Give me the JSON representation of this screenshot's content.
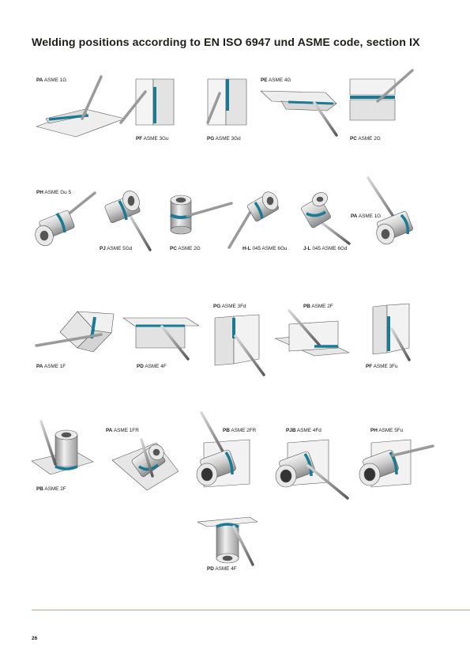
{
  "page": {
    "title": "Welding positions according to EN ISO 6947 und ASME code, section IX",
    "page_number": "26"
  },
  "colors": {
    "weld": "#1a7a94",
    "rule": "#c8a27c",
    "metal": "#d9d9d9"
  },
  "labels": [
    {
      "code": "PA",
      "text": "ASME 1G"
    },
    {
      "code": "PF",
      "text": "ASME 3Gu"
    },
    {
      "code": "PG",
      "text": "ASME 3Gd"
    },
    {
      "code": "PE",
      "text": "ASME 4G"
    },
    {
      "code": "PC",
      "text": "ASME 2G"
    },
    {
      "code": "PH",
      "text": "ASME Gu 5"
    },
    {
      "code": "PJ",
      "text": "ASME 5Gd"
    },
    {
      "code": "PC",
      "text": "ASME 2G"
    },
    {
      "code": "H-L",
      "text": "045 ASME 6Gu"
    },
    {
      "code": "J-L",
      "text": "045 ASME 6Gd"
    },
    {
      "code": "PA",
      "text": "ASME 1G"
    },
    {
      "code": "PA",
      "text": "ASME 1F"
    },
    {
      "code": "PD",
      "text": "ASME 4F"
    },
    {
      "code": "PG",
      "text": "ASME 3Fd"
    },
    {
      "code": "PB",
      "text": "ASME 2F"
    },
    {
      "code": "PF",
      "text": "ASME 3Fu"
    },
    {
      "code": "PB",
      "text": "ASME 2F"
    },
    {
      "code": "PA",
      "text": "ASME 1FR"
    },
    {
      "code": "PB",
      "text": "ASME 2FR"
    },
    {
      "code": "PJB",
      "text": "ASME 4Fd"
    },
    {
      "code": "PH",
      "text": "ASME 5Fu"
    },
    {
      "code": "PD",
      "text": "ASME 4F"
    }
  ]
}
